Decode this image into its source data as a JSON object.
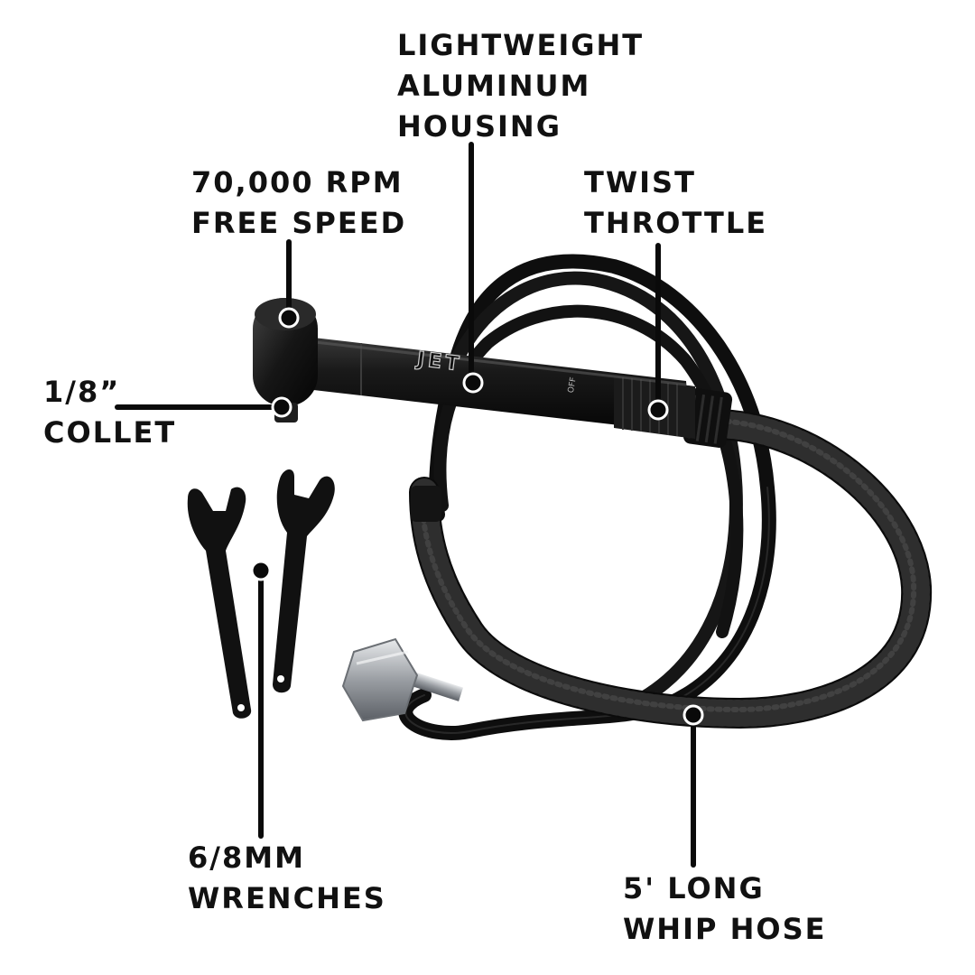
{
  "callouts": {
    "housing": {
      "lines": [
        "LIGHTWEIGHT",
        "ALUMINUM",
        "HOUSING"
      ]
    },
    "speed": {
      "lines": [
        "70,000 RPM",
        "FREE SPEED"
      ]
    },
    "throttle": {
      "lines": [
        "TWIST",
        "THROTTLE"
      ]
    },
    "collet": {
      "lines": [
        "1/8”",
        "COLLET"
      ]
    },
    "wrenches": {
      "lines": [
        "6/8MM",
        "WRENCHES"
      ]
    },
    "hose": {
      "lines": [
        "5' LONG",
        "WHIP HOSE"
      ]
    }
  },
  "tool": {
    "brand_mark": "JET",
    "throttle_marking": "OFF"
  },
  "colors": {
    "text": "#111111",
    "product": "#0d0d0d",
    "leader": "#0a0a0a",
    "fitting": "#b9bcc0"
  }
}
